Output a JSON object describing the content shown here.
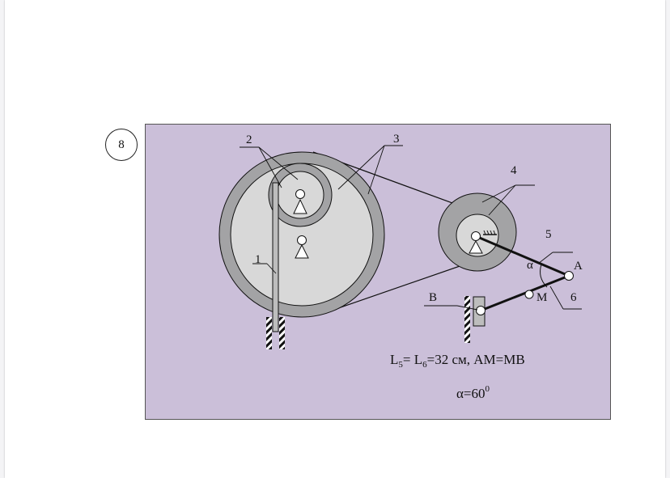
{
  "problem_number": "8",
  "labels": {
    "part_1": "1",
    "part_2": "2",
    "part_3": "3",
    "part_4": "4",
    "part_5": "5",
    "part_6": "6",
    "point_A": "A",
    "point_B": "B",
    "point_M": "M",
    "angle": "α"
  },
  "conditions": {
    "L": "L",
    "sub5": "5",
    "eq1": "= L",
    "sub6": "6",
    "rest": "=32 см, АМ=МВ",
    "alpha_text": "α=60",
    "alpha_sup": "0"
  },
  "colors": {
    "panel_bg": "#cbbfd9",
    "wheel_rim": "#a3a3a5",
    "wheel_face": "#d8d8d8",
    "line": "#111111"
  }
}
